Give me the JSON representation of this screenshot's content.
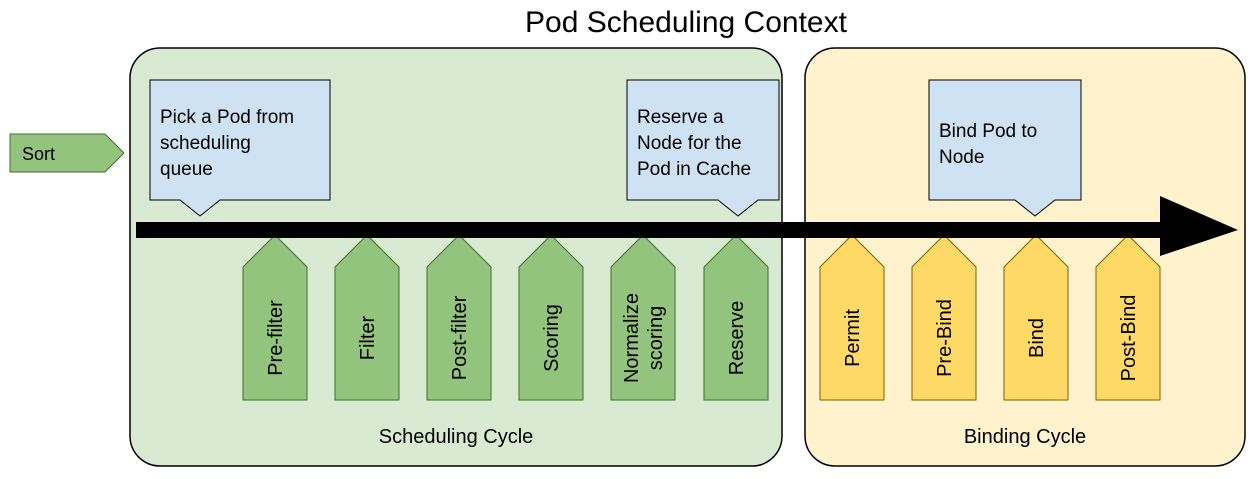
{
  "title": "Pod Scheduling Context",
  "sort_label": "Sort",
  "scheduling_cycle": {
    "label": "Scheduling Cycle",
    "note_pick": [
      "Pick a Pod from",
      "scheduling",
      "queue"
    ],
    "note_reserve": [
      "Reserve a",
      "Node for the",
      "Pod in Cache"
    ],
    "plugins": [
      {
        "lines": [
          "Pre-filter"
        ]
      },
      {
        "lines": [
          "Filter"
        ]
      },
      {
        "lines": [
          "Post-filter"
        ]
      },
      {
        "lines": [
          "Scoring"
        ]
      },
      {
        "lines": [
          "Normalize",
          "scoring"
        ]
      },
      {
        "lines": [
          "Reserve"
        ]
      }
    ]
  },
  "binding_cycle": {
    "label": "Binding Cycle",
    "note_bind": [
      "Bind Pod to",
      "Node"
    ],
    "plugins": [
      {
        "lines": [
          "Permit"
        ]
      },
      {
        "lines": [
          "Pre-Bind"
        ]
      },
      {
        "lines": [
          "Bind"
        ]
      },
      {
        "lines": [
          "Post-Bind"
        ]
      }
    ]
  },
  "colors": {
    "scheduling_panel": "#d9ead3",
    "binding_panel": "#fff2cc",
    "note": "#cfe2f3",
    "green_plugin": "#93c47d",
    "yellow_plugin": "#ffd966"
  }
}
